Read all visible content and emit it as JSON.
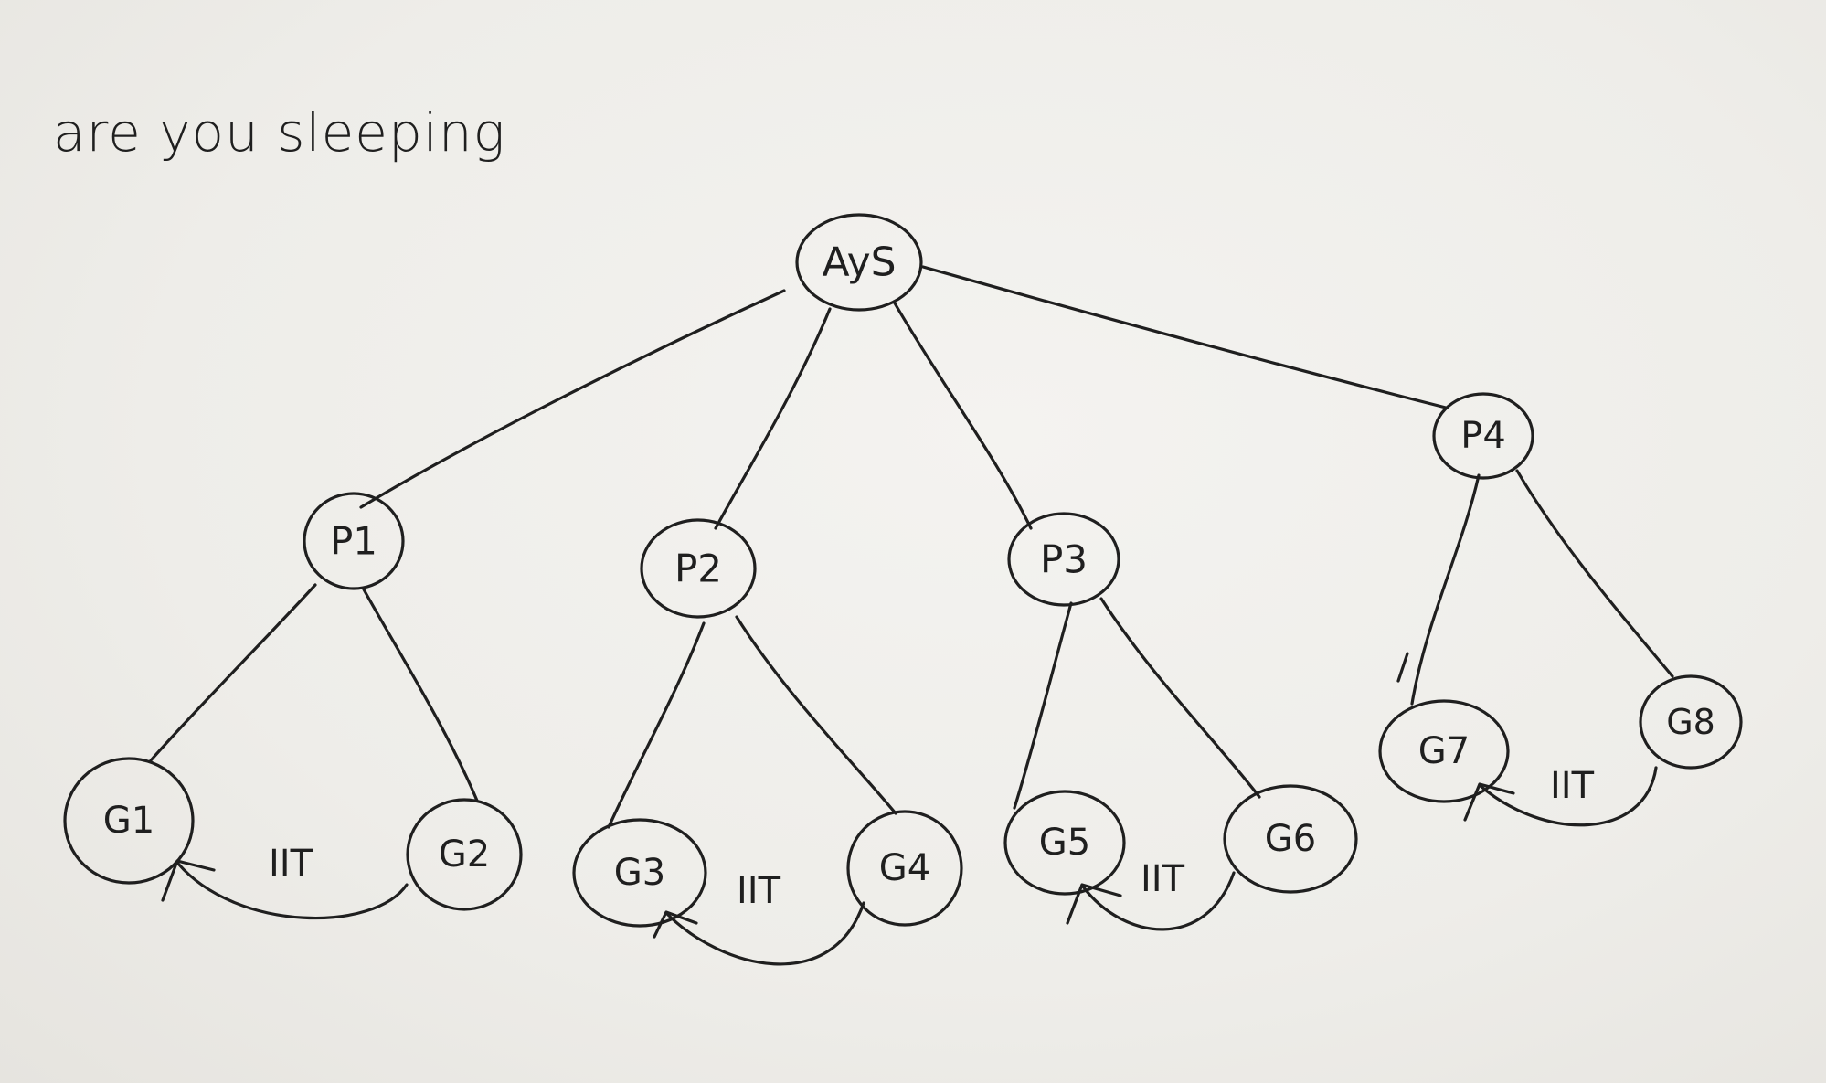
{
  "title": "are you sleeping",
  "root": {
    "label": "AyS"
  },
  "parents": [
    {
      "label": "P1"
    },
    {
      "label": "P2"
    },
    {
      "label": "P3"
    },
    {
      "label": "P4"
    }
  ],
  "children": [
    {
      "label": "G1"
    },
    {
      "label": "G2"
    },
    {
      "label": "G3"
    },
    {
      "label": "G4"
    },
    {
      "label": "G5"
    },
    {
      "label": "G6"
    },
    {
      "label": "G7"
    },
    {
      "label": "G8"
    }
  ],
  "links": [
    {
      "label": "IIT"
    },
    {
      "label": "IIT"
    },
    {
      "label": "IIT"
    },
    {
      "label": "IIT"
    }
  ],
  "colors": {
    "ink": "#1f1f1f",
    "paper": "#efeeeb"
  }
}
